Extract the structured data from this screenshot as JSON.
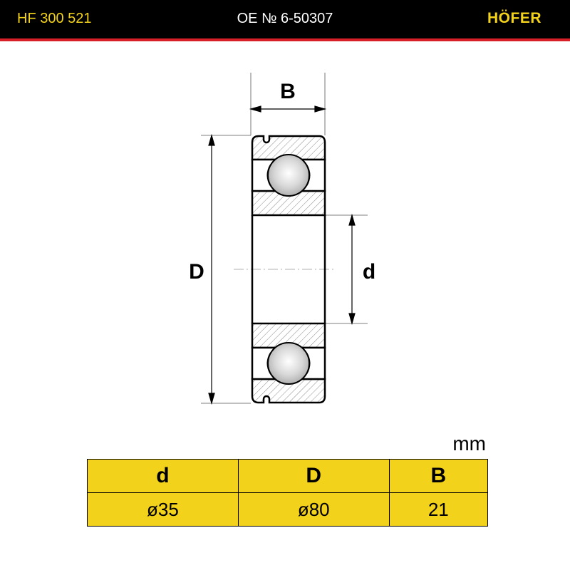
{
  "header": {
    "part_number": "HF 300 521",
    "oe_number": "OE № 6-50307",
    "brand": "HÖFER"
  },
  "diagram": {
    "label_width": "B",
    "label_outer": "D",
    "label_inner": "d"
  },
  "table": {
    "unit": "mm",
    "headers": [
      "d",
      "D",
      "B"
    ],
    "values": [
      "ø35",
      "ø80",
      "21"
    ]
  },
  "colors": {
    "accent_yellow": "#f2d21a",
    "header_black": "#000000",
    "stripe_red": "#d61f26"
  }
}
